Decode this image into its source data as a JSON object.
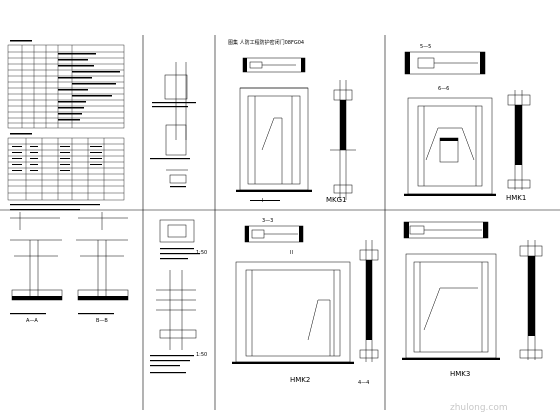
{
  "panels": {
    "mid_top_title": "图集  人防工程防护密闭门08FG04",
    "mid_top_label": "MKG1",
    "right_top_label": "HMK1",
    "right_top_section": "5—5",
    "right_top_section2": "6—6",
    "mid_bot_label": "HMK2",
    "mid_bot_section": "3—3",
    "mid_bot_section2": "4—4",
    "right_bot_label": "HMK3",
    "left_bot_a": "A—A",
    "left_bot_b": "B—B",
    "detail_1_50": "1:50",
    "detail_1_50b": "1:50",
    "section_I": "I",
    "section_II": "II"
  },
  "watermark": "zhulong.com"
}
